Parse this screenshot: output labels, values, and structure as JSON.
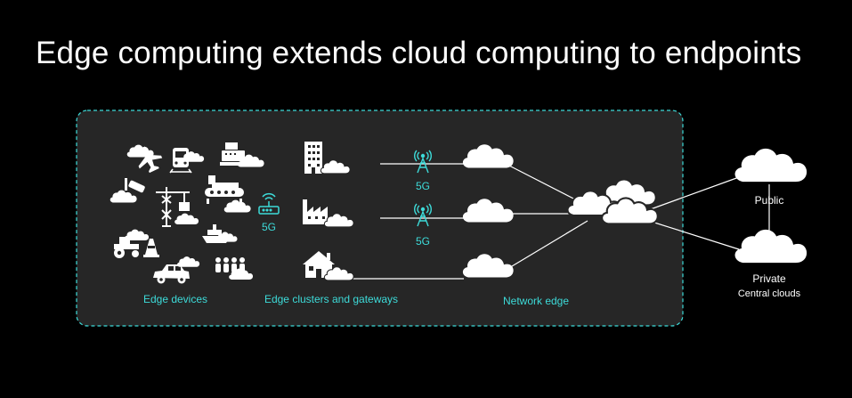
{
  "title": "Edge computing extends cloud computing to endpoints",
  "colors": {
    "background": "#000000",
    "panel": "#262626",
    "accent": "#3ddbd9",
    "foreground": "#ffffff"
  },
  "labels": {
    "edge_devices": "Edge devices",
    "edge_clusters": "Edge clusters and gateways",
    "network_edge": "Network edge",
    "public": "Public",
    "private": "Private",
    "central_clouds": "Central clouds",
    "router_5g": "5G",
    "tower1_5g": "5G",
    "tower2_5g": "5G"
  },
  "icons": {
    "devices": [
      "airplane-icon",
      "train-icon",
      "cash-register-icon",
      "security-camera-icon",
      "crane-icon",
      "factory-machine-icon",
      "tractor-icon",
      "traffic-cone-icon",
      "ship-icon",
      "car-icon",
      "people-icon"
    ],
    "gateways": [
      "office-building-icon",
      "factory-icon",
      "house-icon",
      "wifi-router-icon"
    ],
    "network": [
      "cell-tower-icon",
      "cloud-icon"
    ]
  }
}
